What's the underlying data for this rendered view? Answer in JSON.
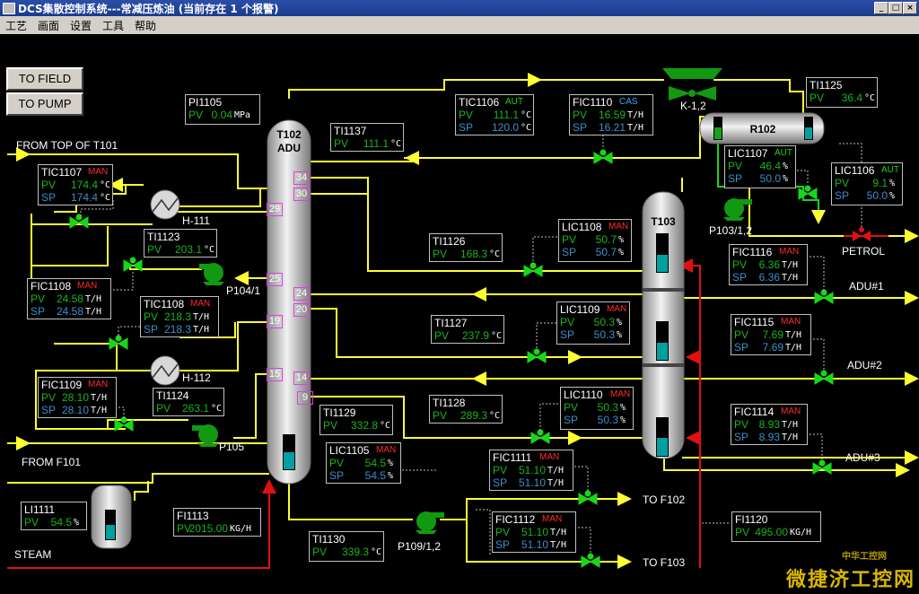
{
  "window": {
    "title": "DCS集散控制系统---常减压炼油  (当前存在 1 个报警)"
  },
  "menu": [
    "工艺",
    "画面",
    "设置",
    "工具",
    "帮助"
  ],
  "nav_buttons": {
    "to_field": "TO FIELD",
    "to_pump": "TO PUMP"
  },
  "units": {
    "th": "T/H",
    "c": "°C",
    "pct": "%",
    "kgh": "KG/H",
    "mpa": "MPa"
  },
  "pv": "PV",
  "sp": "SP",
  "modes": {
    "man": "MAN",
    "aut": "AUT",
    "cas": "CAS"
  },
  "equipment": {
    "t102": "T102",
    "t102b": "ADU",
    "t103": "T103",
    "r102": "R102",
    "h111": "H-111",
    "h112": "H-112",
    "p104": "P104/1",
    "p105": "P105",
    "p103": "P103/1,2",
    "p109": "P109/1,2",
    "k1": "K-1,2"
  },
  "trays": [
    "34",
    "30",
    "29",
    "25",
    "24",
    "20",
    "19",
    "15",
    "14",
    "9"
  ],
  "streams": {
    "from_top": "FROM TOP OF T101",
    "from_f101": "FROM F101",
    "steam": "STEAM",
    "petrol": "PETROL",
    "adu1": "ADU#1",
    "adu2": "ADU#2",
    "adu3": "ADU#3",
    "to_f102": "TO F102",
    "to_f103": "TO F103"
  },
  "instruments": {
    "PI1105": {
      "tag": "PI1105",
      "pv": "0.04"
    },
    "TI1137": {
      "tag": "TI1137",
      "pv": "111.1"
    },
    "TIC1106": {
      "tag": "TIC1106",
      "pv": "111.1",
      "sp": "120.0"
    },
    "FIC1110": {
      "tag": "FIC1110",
      "pv": "16.59",
      "sp": "16.21"
    },
    "TI1125": {
      "tag": "TI1125",
      "pv": "36.4"
    },
    "LIC1107": {
      "tag": "LIC1107",
      "pv": "46.4",
      "sp": "50.0"
    },
    "LIC1106": {
      "tag": "LIC1106",
      "pv": "9.1",
      "sp": "50.0"
    },
    "TIC1107": {
      "tag": "TIC1107",
      "pv": "174.4",
      "sp": "174.4"
    },
    "TI1123": {
      "tag": "TI1123",
      "pv": "203.1"
    },
    "TI1126": {
      "tag": "TI1126",
      "pv": "168.3"
    },
    "LIC1108": {
      "tag": "LIC1108",
      "pv": "50.7",
      "sp": "50.7"
    },
    "FIC1116": {
      "tag": "FIC1116",
      "pv": "6.36",
      "sp": "6.36"
    },
    "FIC1108": {
      "tag": "FIC1108",
      "pv": "24.58",
      "sp": "24.58"
    },
    "TIC1108": {
      "tag": "TIC1108",
      "pv": "218.3",
      "sp": "218.3"
    },
    "TI1127": {
      "tag": "TI1127",
      "pv": "237.9"
    },
    "LIC1109": {
      "tag": "LIC1109",
      "pv": "50.3",
      "sp": "50.3"
    },
    "FIC1115": {
      "tag": "FIC1115",
      "pv": "7.69",
      "sp": "7.69"
    },
    "FIC1109": {
      "tag": "FIC1109",
      "pv": "28.10",
      "sp": "28.10"
    },
    "TI1124": {
      "tag": "TI1124",
      "pv": "263.1"
    },
    "TI1128": {
      "tag": "TI1128",
      "pv": "289.3"
    },
    "LIC1110": {
      "tag": "LIC1110",
      "pv": "50.3",
      "sp": "50.3"
    },
    "FIC1114": {
      "tag": "FIC1114",
      "pv": "8.93",
      "sp": "8.93"
    },
    "TI1129": {
      "tag": "TI1129",
      "pv": "332.8"
    },
    "LIC1105": {
      "tag": "LIC1105",
      "pv": "54.5",
      "sp": "54.5"
    },
    "FIC1111": {
      "tag": "FIC1111",
      "pv": "51.10",
      "sp": "51.10"
    },
    "LI1111": {
      "tag": "LI1111",
      "pv": "54.5"
    },
    "FI1113": {
      "tag": "FI1113",
      "pv": "2015.00"
    },
    "FIC1112": {
      "tag": "FIC1112",
      "pv": "51.10",
      "sp": "51.10"
    },
    "FI1120": {
      "tag": "FI1120",
      "pv": "495.00"
    },
    "TI1130": {
      "tag": "TI1130",
      "pv": "339.3"
    }
  },
  "watermark": "微捷济工控网",
  "watermark_small": "中华工控网"
}
